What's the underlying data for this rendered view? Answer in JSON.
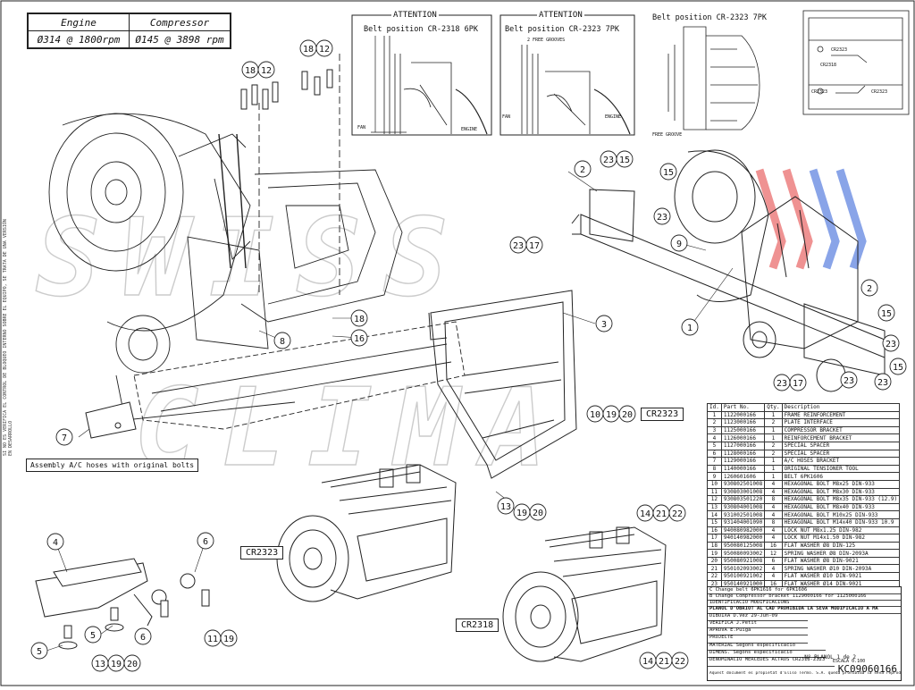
{
  "spec": {
    "headers": [
      "Engine",
      "Compressor"
    ],
    "values": [
      "Ø314 @ 1800rpm",
      "Ø145 @ 3898 rpm"
    ]
  },
  "watermark": {
    "line1": "SWISS",
    "line2": "CLIMA"
  },
  "side_note": "SI NO ES VERIFICA EL CONTROL DE BLOQUEO INTERNO SOBRE EL EQUIPO, SE TRATA DE UNA VERSIÓN EN DESARROLLO",
  "assembly_note": "Assembly A/C hoses with original bolts",
  "variant_tags": [
    "CR2323",
    "CR2323",
    "CR2318"
  ],
  "details": [
    {
      "attention": "ATTENTION",
      "title": "Belt position CR-2318 6PK",
      "labels": [
        "FAN",
        "ENGINE"
      ]
    },
    {
      "attention": "ATTENTION",
      "title": "Belt position CR-2323 7PK",
      "labels": [
        "2 FREE GROOVES",
        "FAN",
        "ENGINE"
      ]
    },
    {
      "attention": "",
      "title": "Belt position CR-2323 7PK",
      "labels": [
        "FREE GROOVE"
      ]
    }
  ],
  "mini_view": {
    "labels": [
      "CR2323",
      "CR2318",
      "CR2323",
      "CR2323"
    ]
  },
  "balloons": {
    "b1": "18",
    "b2": "12",
    "b3": "18",
    "b4": "12",
    "b5": "8",
    "b6": "18",
    "b7": "16",
    "b8": "7",
    "b9": "3",
    "b10": "2",
    "b11": "1",
    "b12": "9",
    "b13": "23",
    "b14": "15",
    "b15": "15",
    "b16": "23",
    "b17": "23",
    "b18": "17",
    "b19": "2",
    "b20": "15",
    "b21": "23",
    "b22": "15",
    "b23": "23",
    "b24": "23",
    "b25": "23",
    "b26": "17",
    "b27": "10",
    "b28": "19",
    "b29": "20",
    "b30": "13",
    "b31": "19",
    "b32": "20",
    "b33": "14",
    "b34": "21",
    "b35": "22",
    "b36": "14",
    "b37": "21",
    "b38": "22",
    "b39": "4",
    "b40": "6",
    "b41": "5",
    "b42": "6",
    "b43": "11",
    "b44": "19",
    "b45": "5",
    "b46": "13",
    "b47": "19",
    "b48": "20"
  },
  "bom": {
    "headers": [
      "Id.",
      "Part No.",
      "Qty.",
      "Description"
    ],
    "rows": [
      [
        "1",
        "1122000166",
        "1",
        "FRAME REINFORCEMENT"
      ],
      [
        "2",
        "1123000166",
        "2",
        "PLATE INTERFACE"
      ],
      [
        "3",
        "1125000166",
        "1",
        "COMPRESSOR BRACKET"
      ],
      [
        "4",
        "1126000166",
        "1",
        "REINFORCEMENT BRACKET"
      ],
      [
        "5",
        "1127000166",
        "2",
        "SPECIAL SPACER"
      ],
      [
        "6",
        "1128000166",
        "2",
        "SPECIAL SPACER"
      ],
      [
        "7",
        "1129000166",
        "1",
        "A/C HOSES BRACKET"
      ],
      [
        "8",
        "1140000166",
        "1",
        "ORIGINAL TENSIONER TOOL"
      ],
      [
        "9",
        "1260601606",
        "1",
        "BELT 6PK1606"
      ],
      [
        "10",
        "930802501008",
        "4",
        "HEXAGONAL BOLT M8x25 DIN-933"
      ],
      [
        "11",
        "930803001008",
        "4",
        "HEXAGONAL BOLT M8x30 DIN-933"
      ],
      [
        "12",
        "930803501220",
        "8",
        "HEXAGONAL BOLT M8x35 DIN-933 (12.9)"
      ],
      [
        "13",
        "930804001008",
        "4",
        "HEXAGONAL BOLT M8x40 DIN-933"
      ],
      [
        "14",
        "931002501008",
        "4",
        "HEXAGONAL BOLT M10x25 DIN-933"
      ],
      [
        "15",
        "931404001090",
        "8",
        "HEXAGONAL BOLT M14x40 DIN-933 10.9"
      ],
      [
        "16",
        "940080982000",
        "4",
        "LOCK NUT M8x1.25 DIN-982"
      ],
      [
        "17",
        "940140982000",
        "4",
        "LOCK NUT M14x1.50 DIN-982"
      ],
      [
        "18",
        "950080125008",
        "16",
        "FLAT WASHER Ø8 DIN-125"
      ],
      [
        "19",
        "950080093002",
        "12",
        "SPRING WASHER Ø8 DIN-2093A"
      ],
      [
        "20",
        "950080921008",
        "6",
        "FLAT WASHER Ø8 DIN-9021"
      ],
      [
        "21",
        "950102093002",
        "4",
        "SPRING WASHER Ø10 DIN-2093A"
      ],
      [
        "22",
        "950100921002",
        "4",
        "FLAT WASHER Ø10 DIN-9021"
      ],
      [
        "23",
        "950140921000",
        "16",
        "FLAT WASHER Ø14 DIN-9021"
      ]
    ]
  },
  "title_block": {
    "rev_c": "C   Change belt 6PK1616 for 6PK1606",
    "rev_b": "B   Change Compressor bracket 1129000166 for 1125000166",
    "rev_head": "IDENTIFICACIÓ   MODIFICACIONS",
    "copyright_header": "PLANOL D'OBRIOT AL CAD PROHIBIDA LA SEVA MODIFICACIÓ A MÀ",
    "dibuixa": "DIBUIXA   D.Vez   29-Jun-09",
    "verifica": "VERIFICA  J.Petit",
    "aprova": "APROVA    E.Puigà",
    "projecte": "PROJECTE",
    "material": "MATERIAL  Segons especificació",
    "dimensions": "DIMENS.   Segons especificació",
    "denominacio": "DENOMINACIÓ   MERCEDES ACTROS  CR2318-2323",
    "escala": "ESCALA 0.100",
    "sheet": "Nº PLANOL   1 de 2",
    "drawing_no": "KC09060166",
    "footer": "Aquest document es propietat d'Eliso Termo. S.A. queda prohibida la seva reproducció o cessió ..."
  }
}
